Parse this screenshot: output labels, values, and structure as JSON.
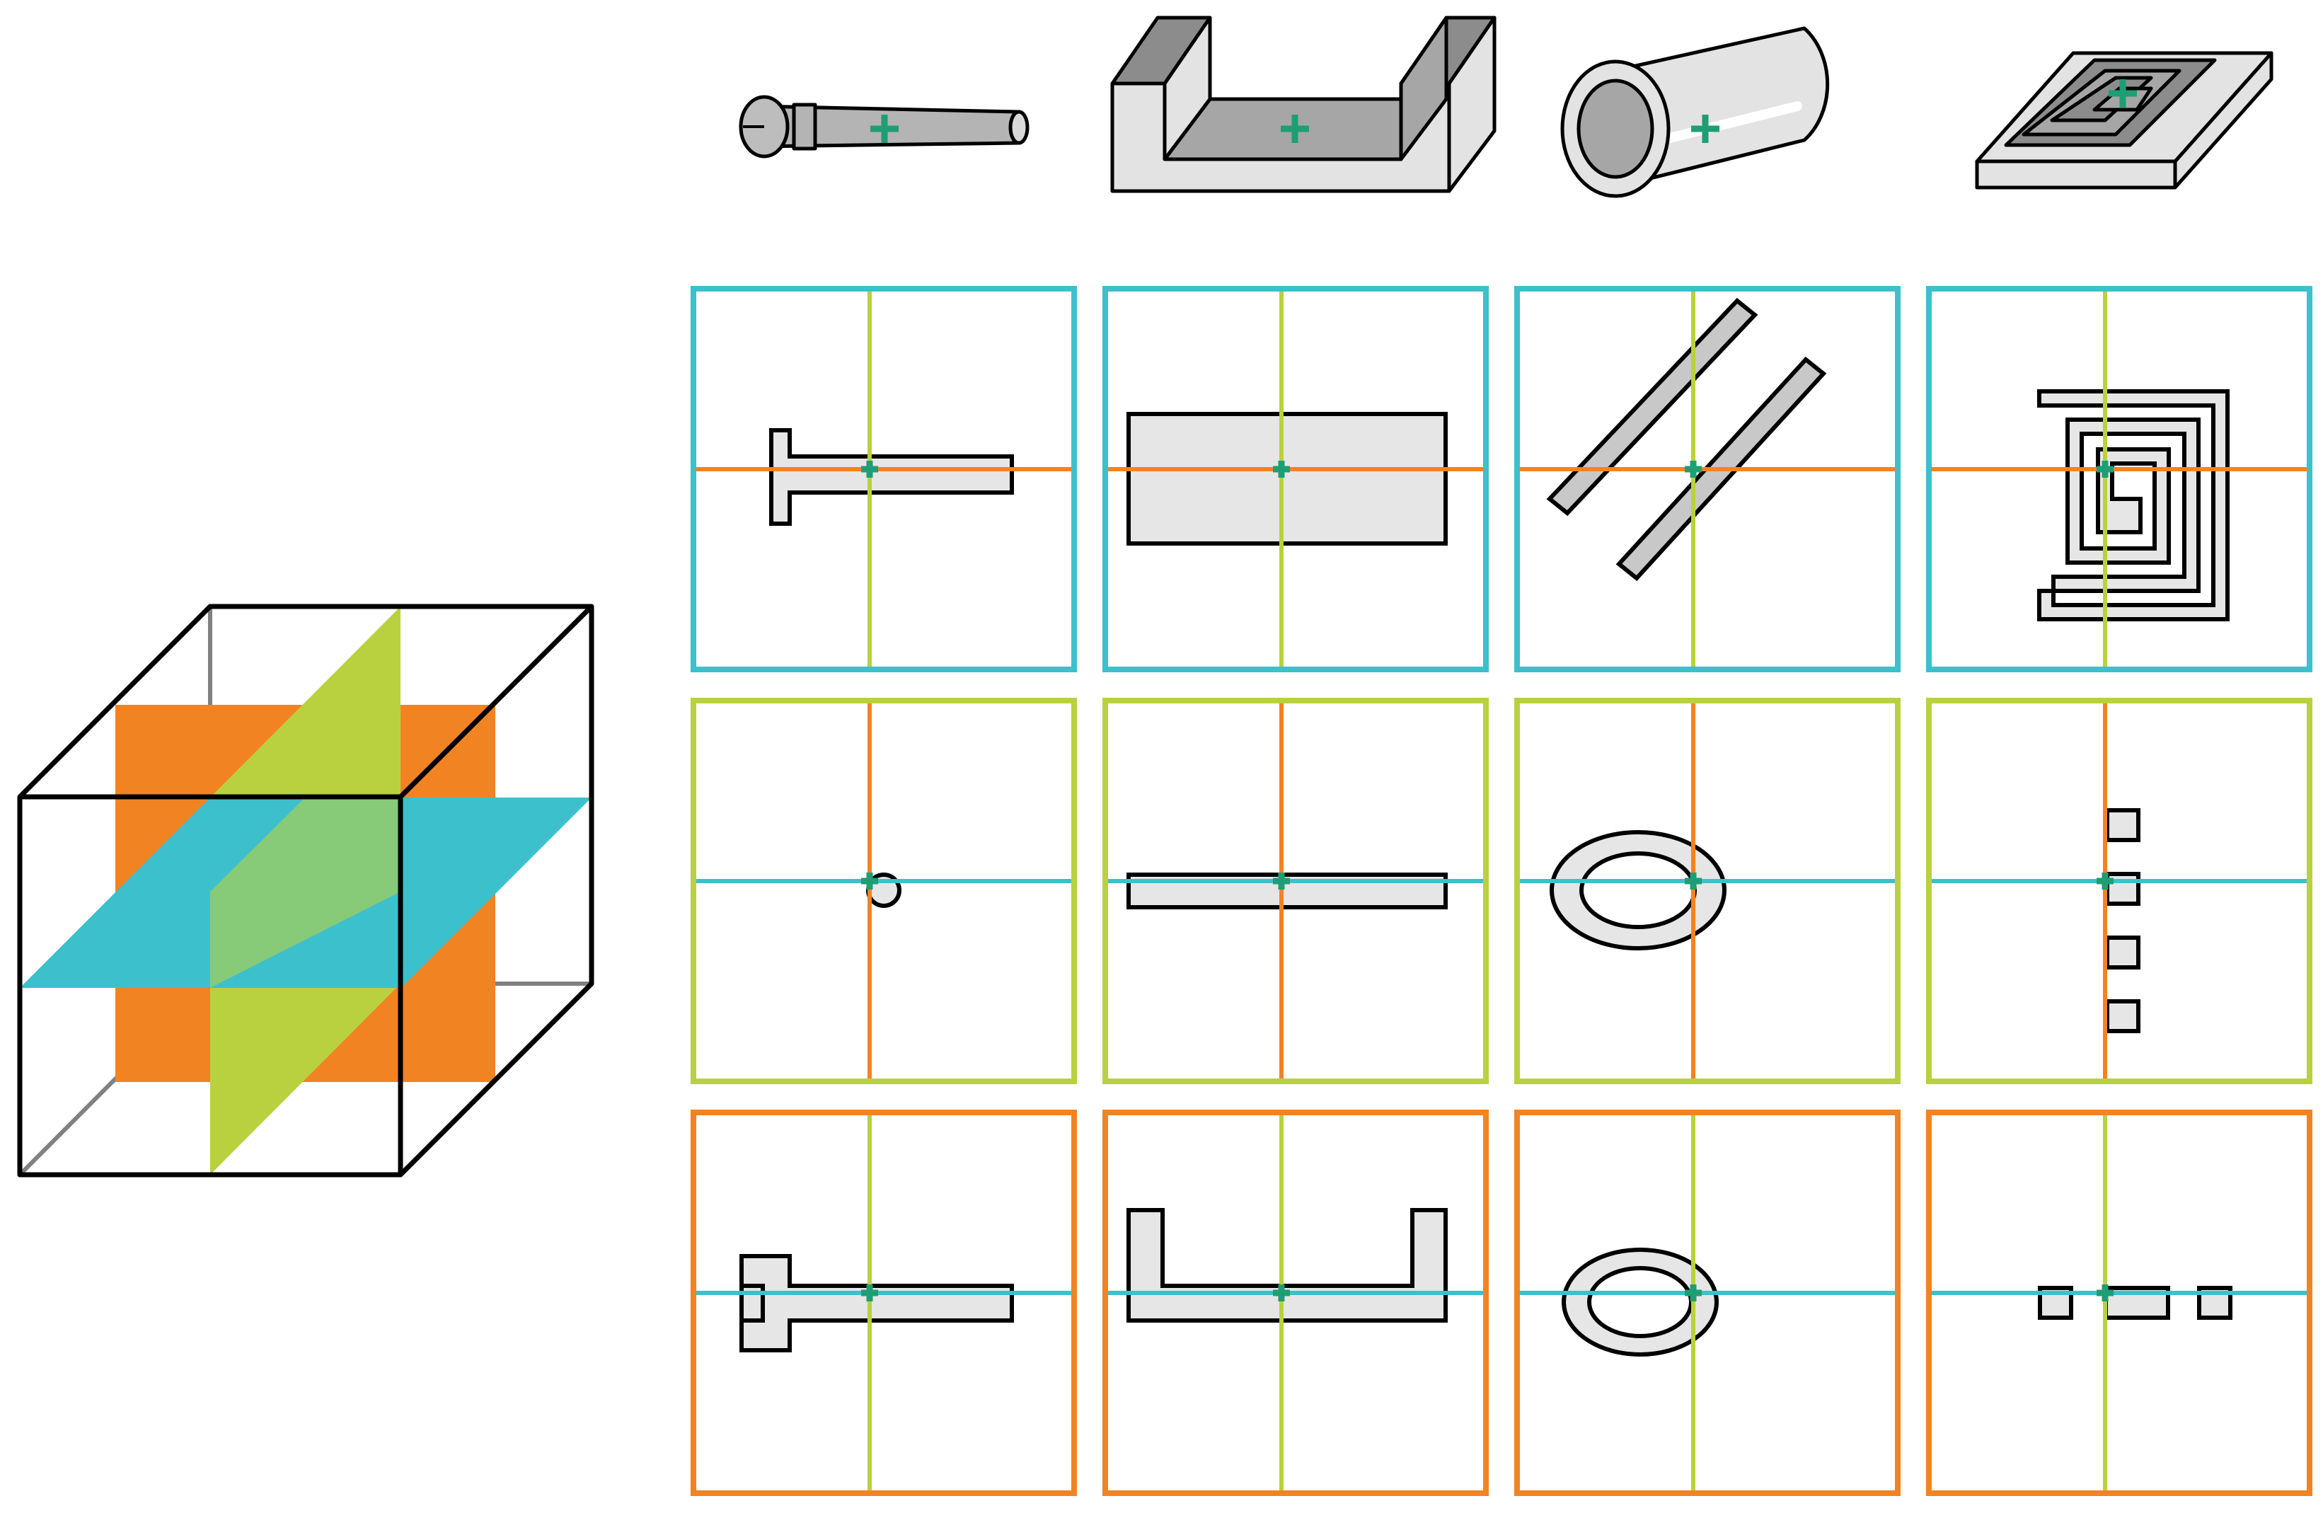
{
  "colors": {
    "plane_xy": "#3cc0cc",
    "plane_xz": "#f28323",
    "plane_yz": "#b9d13e",
    "marker": "#1e9e74",
    "section_fill": "#e6e6e6",
    "object_fill": "#c8c8c8",
    "outline": "#000000",
    "hidden_edge": "#808080"
  },
  "cube": {
    "planes": [
      "plane_xy",
      "plane_xz",
      "plane_yz"
    ]
  },
  "objects": [
    {
      "name": "screw",
      "icon": "screw-icon"
    },
    {
      "name": "u-channel",
      "icon": "u-channel-icon"
    },
    {
      "name": "tube",
      "icon": "tube-icon"
    },
    {
      "name": "spiral",
      "icon": "spiral-icon"
    }
  ],
  "grid": {
    "rows": [
      {
        "plane": "plane_xy",
        "h_axis": "plane_xz",
        "v_axis": "plane_yz"
      },
      {
        "plane": "plane_yz",
        "h_axis": "plane_xy",
        "v_axis": "plane_xz"
      },
      {
        "plane": "plane_xz",
        "h_axis": "plane_xy",
        "v_axis": "plane_yz"
      }
    ],
    "sections": [
      [
        "screw-side-profile",
        "channel-top-rectangle",
        "tube-diagonal-strips",
        "spiral-outline"
      ],
      [
        "screw-circle-section",
        "channel-thin-slab",
        "tube-ring-section",
        "spiral-square-dots-vertical"
      ],
      [
        "screw-front-profile",
        "channel-u-profile",
        "tube-ring-section-front",
        "spiral-square-dots-horizontal"
      ]
    ]
  }
}
